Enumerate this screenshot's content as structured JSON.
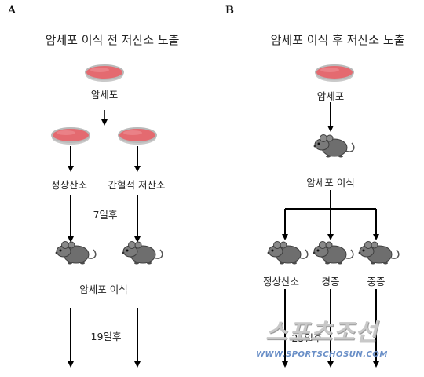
{
  "panel_a": {
    "letter": "A",
    "title": "암세포 이식 전 저산소 노출",
    "dish_label": "암세포",
    "branch_labels": [
      "정상산소",
      "간헐적 저산소"
    ],
    "step1": "7일후",
    "implant_label": "암세포 이식",
    "step2": "19일후"
  },
  "panel_b": {
    "letter": "B",
    "title": "암세포 이식 후 저산소 노출",
    "dish_label": "암세포",
    "implant_label": "암세포 이식",
    "branch_labels": [
      "정상산소",
      "경증",
      "중증"
    ],
    "step": "25일후"
  },
  "watermark": {
    "logo": "스포츠조선",
    "url": "WWW.SPORTSCHOSUN.COM"
  },
  "colors": {
    "dish": "#e46a70",
    "dish_rim": "#b9b9b9",
    "mouse": "#6e6e6e",
    "arrow": "#000000"
  }
}
